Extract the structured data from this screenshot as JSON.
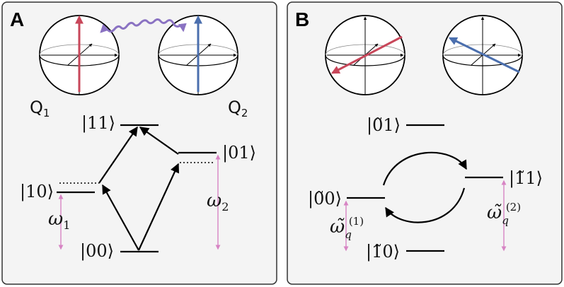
{
  "panels": [
    {
      "letter": "A",
      "qubit_labels": [
        "Q",
        "Q"
      ],
      "qubit_subscripts": [
        "1",
        "2"
      ],
      "levels": [
        "|11⟩",
        "|01⟩",
        "|10⟩",
        "|00⟩"
      ],
      "freqs": [
        {
          "sym": "ω",
          "sub": "1"
        },
        {
          "sym": "ω",
          "sub": "2"
        }
      ]
    },
    {
      "letter": "B",
      "levels": [
        "|0̃1⟩",
        "|0̃0⟩",
        "|1̃1⟩",
        "|1̃0⟩"
      ],
      "freqs": [
        {
          "sym": "ω̃",
          "sub": "q",
          "sup": "(1)"
        },
        {
          "sym": "ω̃",
          "sub": "q",
          "sup": "(2)"
        }
      ]
    }
  ],
  "colors": {
    "panel_bg": "#f4f4f4",
    "panel_border": "#333333",
    "red_vector": "#c8475a",
    "blue_vector": "#4b6fae",
    "photon": "#8a72c2",
    "freq_arrow": "#d784c4"
  }
}
